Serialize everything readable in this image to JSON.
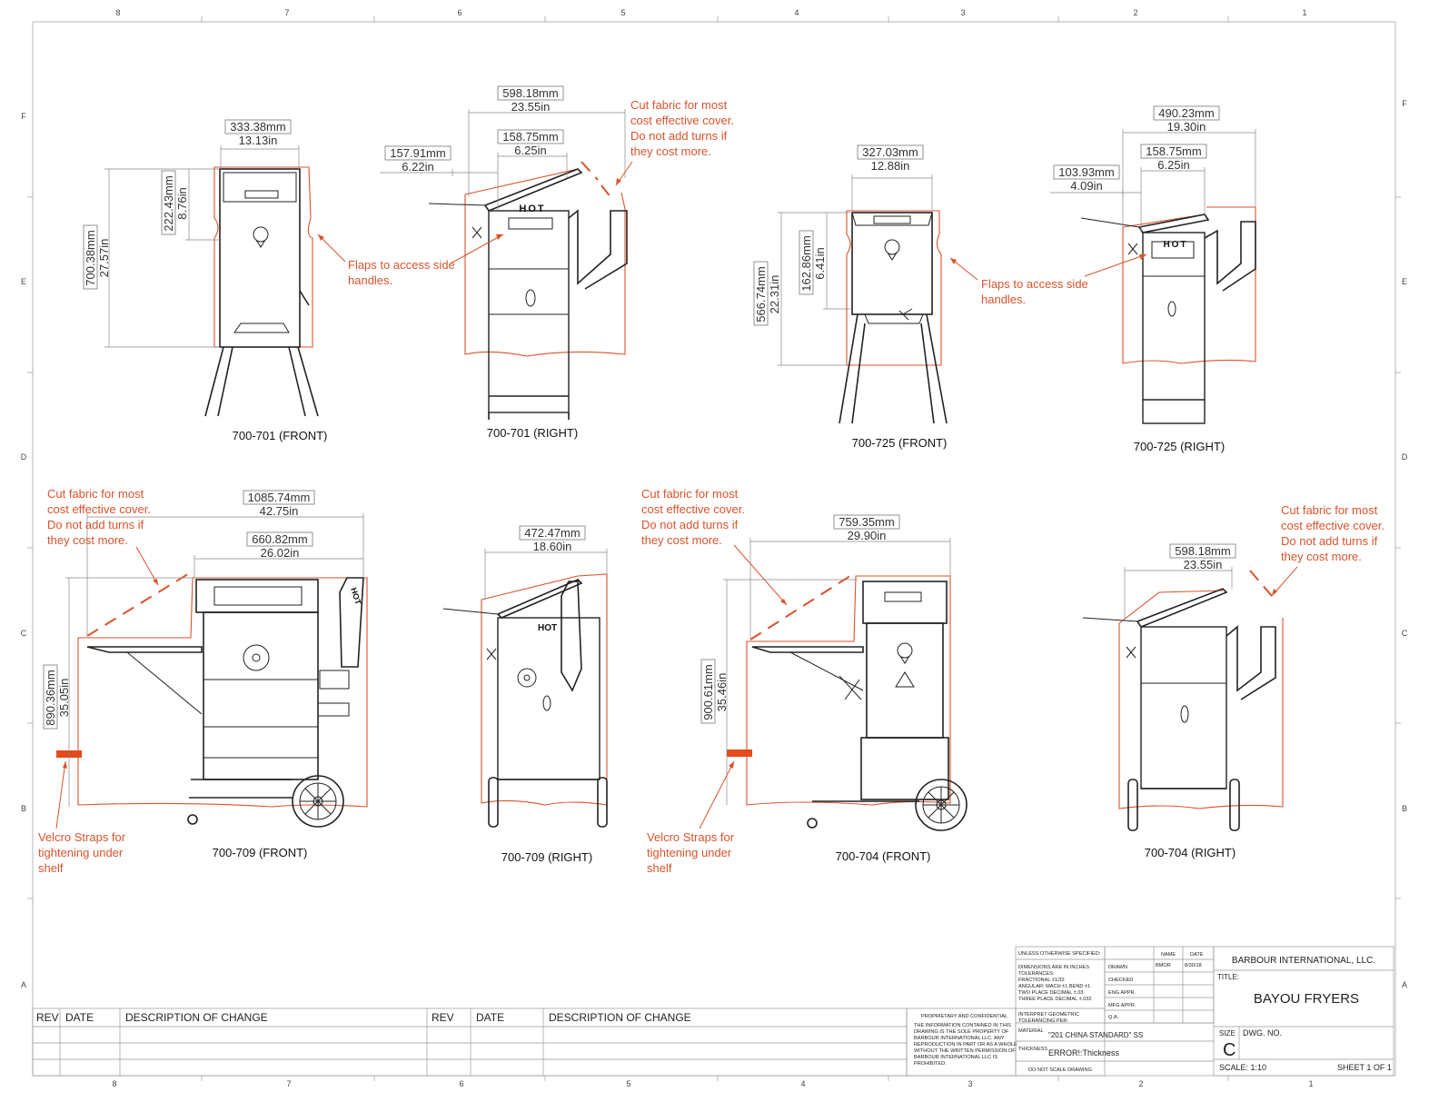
{
  "border": {
    "top_numbers": [
      "8",
      "7",
      "6",
      "5",
      "4",
      "3",
      "2",
      "1"
    ],
    "bottom_numbers": [
      "8",
      "7",
      "6",
      "5",
      "4",
      "3",
      "2",
      "1"
    ],
    "side_letters": [
      "F",
      "E",
      "D",
      "C",
      "B",
      "A"
    ]
  },
  "views": {
    "v701_front": {
      "label": "700-701 (FRONT)",
      "dim_w_mm": "333.38mm",
      "dim_w_in": "13.13in",
      "dim_h_mm": "700.38mm",
      "dim_h_in": "27.57in",
      "dim_h2_mm": "222.43mm",
      "dim_h2_in": "8.76in"
    },
    "v701_right": {
      "label": "700-701 (RIGHT)",
      "dim_w_mm": "598.18mm",
      "dim_w_in": "23.55in",
      "dim_a_mm": "158.75mm",
      "dim_a_in": "6.25in",
      "dim_b_mm": "157.91mm",
      "dim_b_in": "6.22in",
      "hot": "HOT"
    },
    "v725_front": {
      "label": "700-725 (FRONT)",
      "dim_w_mm": "327.03mm",
      "dim_w_in": "12.88in",
      "dim_h_mm": "566.74mm",
      "dim_h_in": "22.31in",
      "dim_h2_mm": "162.86mm",
      "dim_h2_in": "6.41in"
    },
    "v725_right": {
      "label": "700-725 (RIGHT)",
      "dim_w_mm": "490.23mm",
      "dim_w_in": "19.30in",
      "dim_a_mm": "158.75mm",
      "dim_a_in": "6.25in",
      "dim_b_mm": "103.93mm",
      "dim_b_in": "4.09in",
      "hot": "HOT"
    },
    "v709_front": {
      "label": "700-709 (FRONT)",
      "dim_w_mm": "1085.74mm",
      "dim_w_in": "42.75in",
      "dim_a_mm": "660.82mm",
      "dim_a_in": "26.02in",
      "dim_h_mm": "890.36mm",
      "dim_h_in": "35.05in",
      "hot": "HOT"
    },
    "v709_right": {
      "label": "700-709 (RIGHT)",
      "dim_w_mm": "472.47mm",
      "dim_w_in": "18.60in",
      "hot": "HOT"
    },
    "v704_front": {
      "label": "700-704 (FRONT)",
      "dim_w_mm": "759.35mm",
      "dim_w_in": "29.90in",
      "dim_h_mm": "900.61mm",
      "dim_h_in": "35.46in"
    },
    "v704_right": {
      "label": "700-704 (RIGHT)",
      "dim_w_mm": "598.18mm",
      "dim_w_in": "23.55in"
    }
  },
  "notes": {
    "cut_fabric": [
      "Cut fabric for most",
      "cost effective cover.",
      "Do not add turns if",
      "they cost more."
    ],
    "flaps": [
      "Flaps to access side",
      "handles."
    ],
    "velcro": [
      "Velcro Straps for",
      "tightening under",
      "shelf"
    ]
  },
  "revision_table": {
    "rev": "REV",
    "date": "DATE",
    "description": "DESCRIPTION OF CHANGE"
  },
  "title_block": {
    "unless": "UNLESS OTHERWISE SPECIFIED:",
    "name_h": "NAME",
    "date_h": "DATE",
    "dims_in": "DIMENSIONS ARE IN INCHES",
    "tolerances": "TOLERANCES:",
    "fractional": "FRACTIONAL ±1/32",
    "angular": "ANGULAR: MACH ±1   BEND ±1",
    "two_place": "TWO PLACE DECIMAL    ±.03",
    "three_place": "THREE PLACE DECIMAL  ±.032",
    "interpret": "INTERPRET GEOMETRIC",
    "tol_per": "TOLERANCING PER:",
    "material_l": "MATERIAL",
    "material_v": "\"201 CHINA STANDARD\" SS",
    "thickness_l": "THICKNESS",
    "thickness_v": "ERROR!:Thickness",
    "do_not_scale": "DO NOT SCALE DRAWING",
    "drawn": "DRAWN",
    "drawn_name": "BMOR",
    "drawn_date": "8/30/18",
    "checked": "CHECKED",
    "eng": "ENG APPR.",
    "mfg": "MFG APPR.",
    "qa": "Q.A.",
    "prop_title": "PROPRIETARY AND CONFIDENTIAL",
    "prop_lines": [
      "THE INFORMATION CONTAINED IN THIS",
      "DRAWING IS THE SOLE PROPERTY OF",
      "BARBOUR INTERNATIONAL LLC.  ANY",
      "REPRODUCTION IN PART OR AS A WHOLE",
      "WITHOUT THE WRITTEN PERMISSION OF",
      "BARBOUR INTERNATIONAL LLC IS",
      "PROHIBITED."
    ],
    "company": "BARBOUR INTERNATIONAL, LLC.",
    "title_l": "TITLE:",
    "title_v": "BAYOU FRYERS",
    "size_l": "SIZE",
    "size_v": "C",
    "dwg_l": "DWG.  NO.",
    "scale": "SCALE: 1:10",
    "sheet": "SHEET 1 OF 1"
  },
  "colors": {
    "annotation": "#d9532b",
    "line": "#222222"
  }
}
